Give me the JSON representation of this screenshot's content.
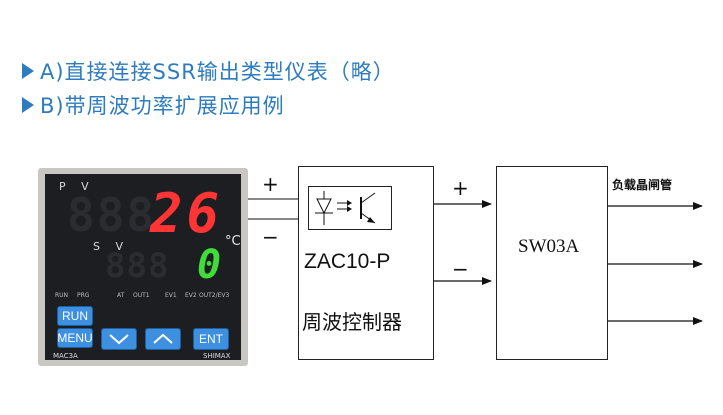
{
  "headings": [
    {
      "label": "A)直接连接SSR输出类型仪表（略）"
    },
    {
      "label": "B)带周波功率扩展应用例"
    }
  ],
  "controller": {
    "pv_label": "P V",
    "sv_label": "S V",
    "pv_value": "26",
    "sv_value": "0",
    "unit": "°C",
    "pv_dim": "888",
    "sv_dim": "888",
    "indicators": [
      "RUN",
      "PRG",
      "AT",
      "OUT1",
      "EV1",
      "EV2",
      "OUT2/EV3"
    ],
    "buttons": {
      "run": "RUN",
      "menu": "MENU",
      "ent": "ENT"
    },
    "model": "MAC3A",
    "brand": "SHIMAX"
  },
  "terminals": {
    "left_plus": "+",
    "left_minus": "−",
    "mid_plus": "+",
    "mid_minus": "−"
  },
  "zac": {
    "model": "ZAC10-P",
    "desc": "周波控制器"
  },
  "sw": {
    "model": "SW03A",
    "output_label": "负载晶闸管"
  },
  "colors": {
    "heading": "#2e7bbd",
    "pv_digits": "#ff3434",
    "sv_digits": "#3fdc3a",
    "key_blue": "#3d8fe0"
  }
}
